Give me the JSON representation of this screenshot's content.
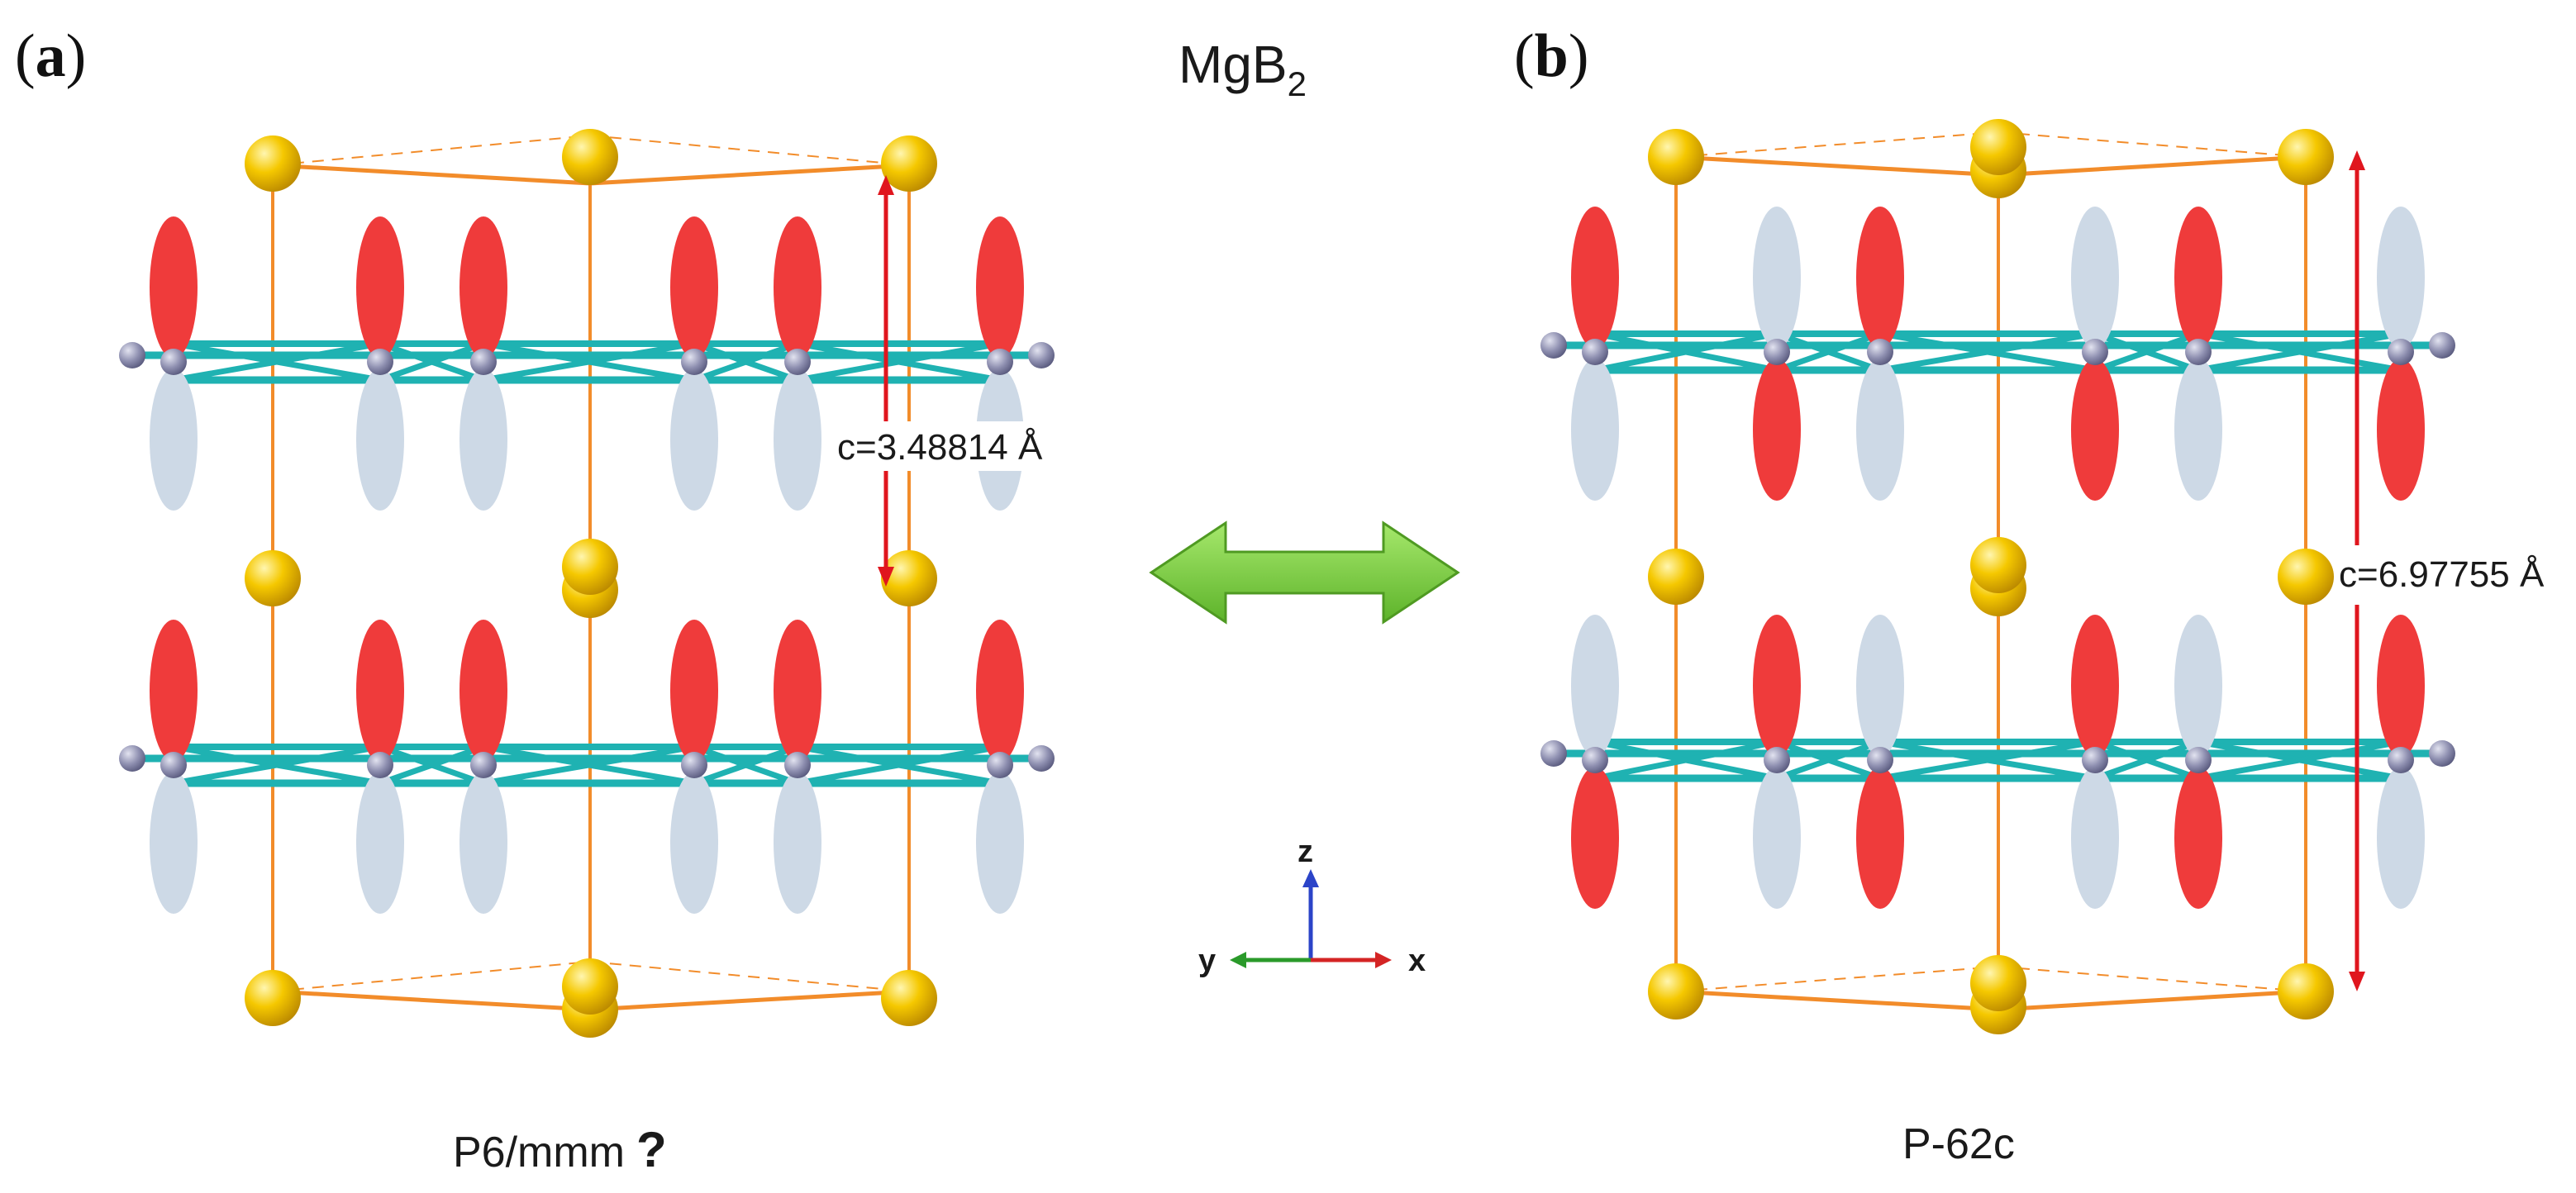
{
  "title": {
    "main": "MgB",
    "subscript": "2"
  },
  "panel_a": {
    "label_open": "(",
    "label_letter": "a",
    "label_close": ")",
    "c_label": "c=3.48814 Å",
    "space_group": "P6/mmm",
    "space_group_mark": "?"
  },
  "panel_b": {
    "label_open": "(",
    "label_letter": "b",
    "label_close": ")",
    "c_label": "c=6.97755 Å",
    "space_group": "P-62c"
  },
  "axes": {
    "z": "z",
    "y": "y",
    "x": "x"
  },
  "colors": {
    "mg_atom": "#f2c200",
    "b_atom": "#8e8fb0",
    "bond": "#1fb2b2",
    "orbital_red": "#ef3b3b",
    "orbital_blue": "#cdd9e6",
    "cell_edge": "#f28c2a",
    "arrow_red": "#e0161e",
    "double_arrow": "#7fd243",
    "axis_z": "#2b44c8",
    "axis_y": "#2a9a2a",
    "axis_x": "#d42424"
  },
  "icons": [
    "double-headed-arrow-icon",
    "coordinate-axes-icon"
  ]
}
